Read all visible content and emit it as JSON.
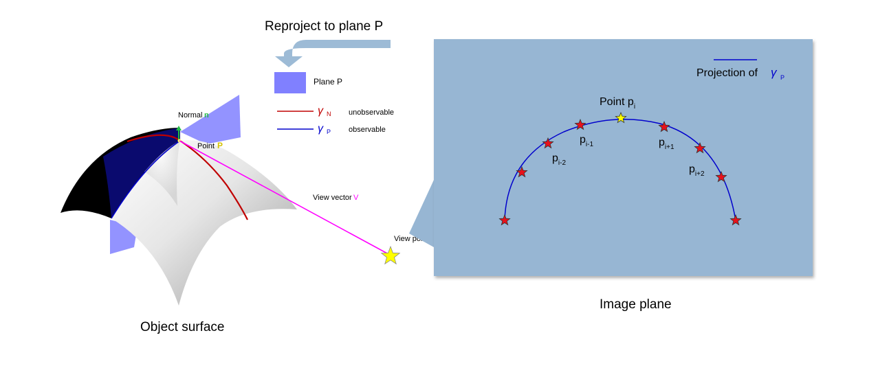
{
  "title": "Reproject to plane P",
  "legend": {
    "plane": "Plane P",
    "gamma_n": {
      "symbol": "γ",
      "sub": "N",
      "desc": "unobservable"
    },
    "gamma_p": {
      "symbol": "γ",
      "sub": "P",
      "desc": "observable"
    }
  },
  "surface": {
    "normal_label": "Normal",
    "normal_symbol": "n",
    "point_label": "Point",
    "point_symbol": "P",
    "view_vector_label": "View vector",
    "view_vector_symbol": "V",
    "view_point_label": "View point",
    "caption": "Object surface"
  },
  "image_plane": {
    "caption": "Image plane",
    "projection_label": "Projection of",
    "projection_symbol": "γ",
    "projection_sub": "P",
    "point_label": "Point",
    "point_symbol": "p",
    "point_sub": "i",
    "labels": [
      {
        "base": "p",
        "sub": "i-2"
      },
      {
        "base": "p",
        "sub": "i-1"
      },
      {
        "base": "p",
        "sub": "i+1"
      },
      {
        "base": "p",
        "sub": "i+2"
      }
    ]
  },
  "colors": {
    "plane_fill": "#8080ff",
    "gamma_n": "#c00000",
    "gamma_p": "#0000cc",
    "view_vector": "#ff00ff",
    "image_plane_fill": "#97b6d3",
    "arrow_fill": "#9dbbd6",
    "star_red": "#e8111b",
    "star_yellow": "#ffff00",
    "normal_green": "#22bb44"
  }
}
